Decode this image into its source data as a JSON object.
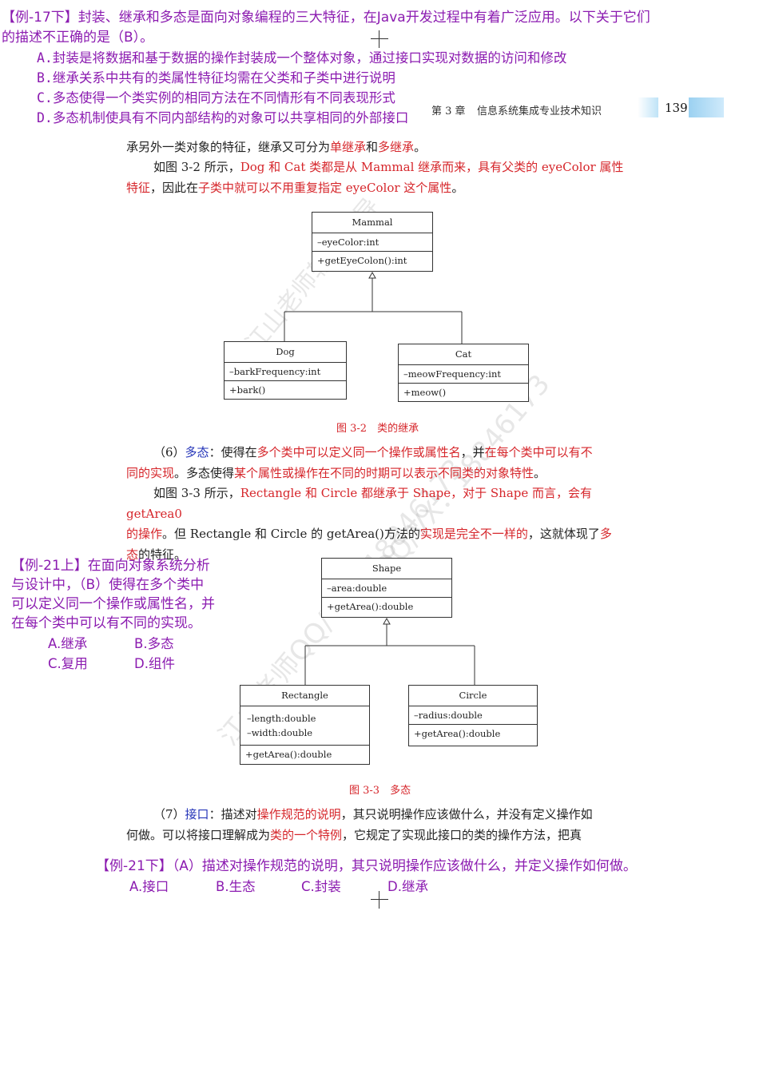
{
  "example17": {
    "tag": "【例-17下】",
    "stem_line1": "封装、继承和多态是面向对象编程的三大特征，在Java开发过程中有着广泛应用。以下关于它们",
    "stem_line2": "的描述不正确的是（B）。",
    "options": [
      {
        "letter": "A.",
        "text": "封装是将数据和基于数据的操作封装成一个整体对象，通过接口实现对数据的访问和修改"
      },
      {
        "letter": "B.",
        "text": "继承关系中共有的类属性特征均需在父类和子类中进行说明"
      },
      {
        "letter": "C.",
        "text": "多态使得一个类实例的相同方法在不同情形有不同表现形式"
      },
      {
        "letter": "D.",
        "text": "多态机制使具有不同内部结构的对象可以共享相同的外部接口"
      }
    ]
  },
  "header": {
    "chapter": "第 3 章",
    "title": "信息系统集成专业技术知识",
    "page": "139"
  },
  "para1": {
    "t1": "承另外一类对象的特征，继承又可分为",
    "r1": "单继承",
    "t2": "和",
    "r2": "多继承",
    "t3": "。"
  },
  "para2": {
    "t1": "如图 3-2 所示，",
    "r1": "Dog 和 Cat 类都是从 Mammal 继承而来，具有父类的 eyeColor 属性",
    "r2": "特征",
    "t2": "，因此在",
    "r3": "子类中就可以不用重复指定 eyeColor 这个属性",
    "t3": "。"
  },
  "fig32": {
    "mammal": {
      "name": "Mammal",
      "attr": "–eyeColor:int",
      "op": "+getEyeColon():int"
    },
    "dog": {
      "name": "Dog",
      "attr": "–barkFrequency:int",
      "op": "+bark()"
    },
    "cat": {
      "name": "Cat",
      "attr": "–meowFrequency:int",
      "op": "+meow()"
    },
    "caption": "图 3-2　类的继承"
  },
  "para3": {
    "t1": "（6）",
    "b1": "多态",
    "t2": "：使得在",
    "r1": "多个类中可以定义同一个操作或属性名",
    "t3": "，并",
    "r2": "在每个类中可以有不",
    "r3": "同的实现",
    "t4": "。多态使得",
    "r4": "某个属性或操作在不同的时期可以表示不同类的对象特性",
    "t5": "。"
  },
  "para4": {
    "t1": "如图 3-3 所示，",
    "r1": "Rectangle 和 Circle 都继承于 Shape，对于 Shape 而言，会有 getArea0",
    "r2": "的操作",
    "t2": "。但 Rectangle 和 Circle 的 getArea()方法的",
    "r3": "实现是完全不一样的",
    "t3": "，这就体现了",
    "r4": "多",
    "r5": "态",
    "t4": "的特征。"
  },
  "example21a": {
    "line1": "【例-21上】在面向对象系统分析",
    "line2": "与设计中，（B）使得在多个类中",
    "line3": "可以定义同一个操作或属性名，并",
    "line4": "在每个类中可以有不同的实现。",
    "optA": "A.继承",
    "optB": "B.多态",
    "optC": "C.复用",
    "optD": "D.组件"
  },
  "fig33": {
    "shape": {
      "name": "Shape",
      "attr": "–area:double",
      "op": "+getArea():double"
    },
    "rect": {
      "name": "Rectangle",
      "attr1": "–length:double",
      "attr2": "–width:double",
      "op": "+getArea():double"
    },
    "circle": {
      "name": "Circle",
      "attr": "–radius:double",
      "op": "+getArea():double"
    },
    "caption": "图 3-3　多态"
  },
  "para5": {
    "t1": "（7）",
    "b1": "接口",
    "t2": "：描述对",
    "r1": "操作规范的说明",
    "t3": "，其只说明操作应该做什么，并没有定义操作如",
    "t4": "何做。可以将接口理解成为",
    "r2": "类的一个特例",
    "t5": "，它规定了实现此接口的类的操作方法，把真"
  },
  "example21b": {
    "stem": "【例-21下】（A）描述对操作规范的说明，其只说明操作应该做什么，并定义操作如何做。",
    "optA": "A.接口",
    "optB": "B.生态",
    "optC": "C.封装",
    "optD": "D.继承"
  },
  "watermarks": {
    "w1": "江山老师软考辅导",
    "w2": "QQ/VX：18846173",
    "w3": "江山老师QQ/VX：18846173"
  },
  "colors": {
    "purple": "#8B1BB0",
    "red": "#d6262b",
    "blue": "#2434b8"
  }
}
